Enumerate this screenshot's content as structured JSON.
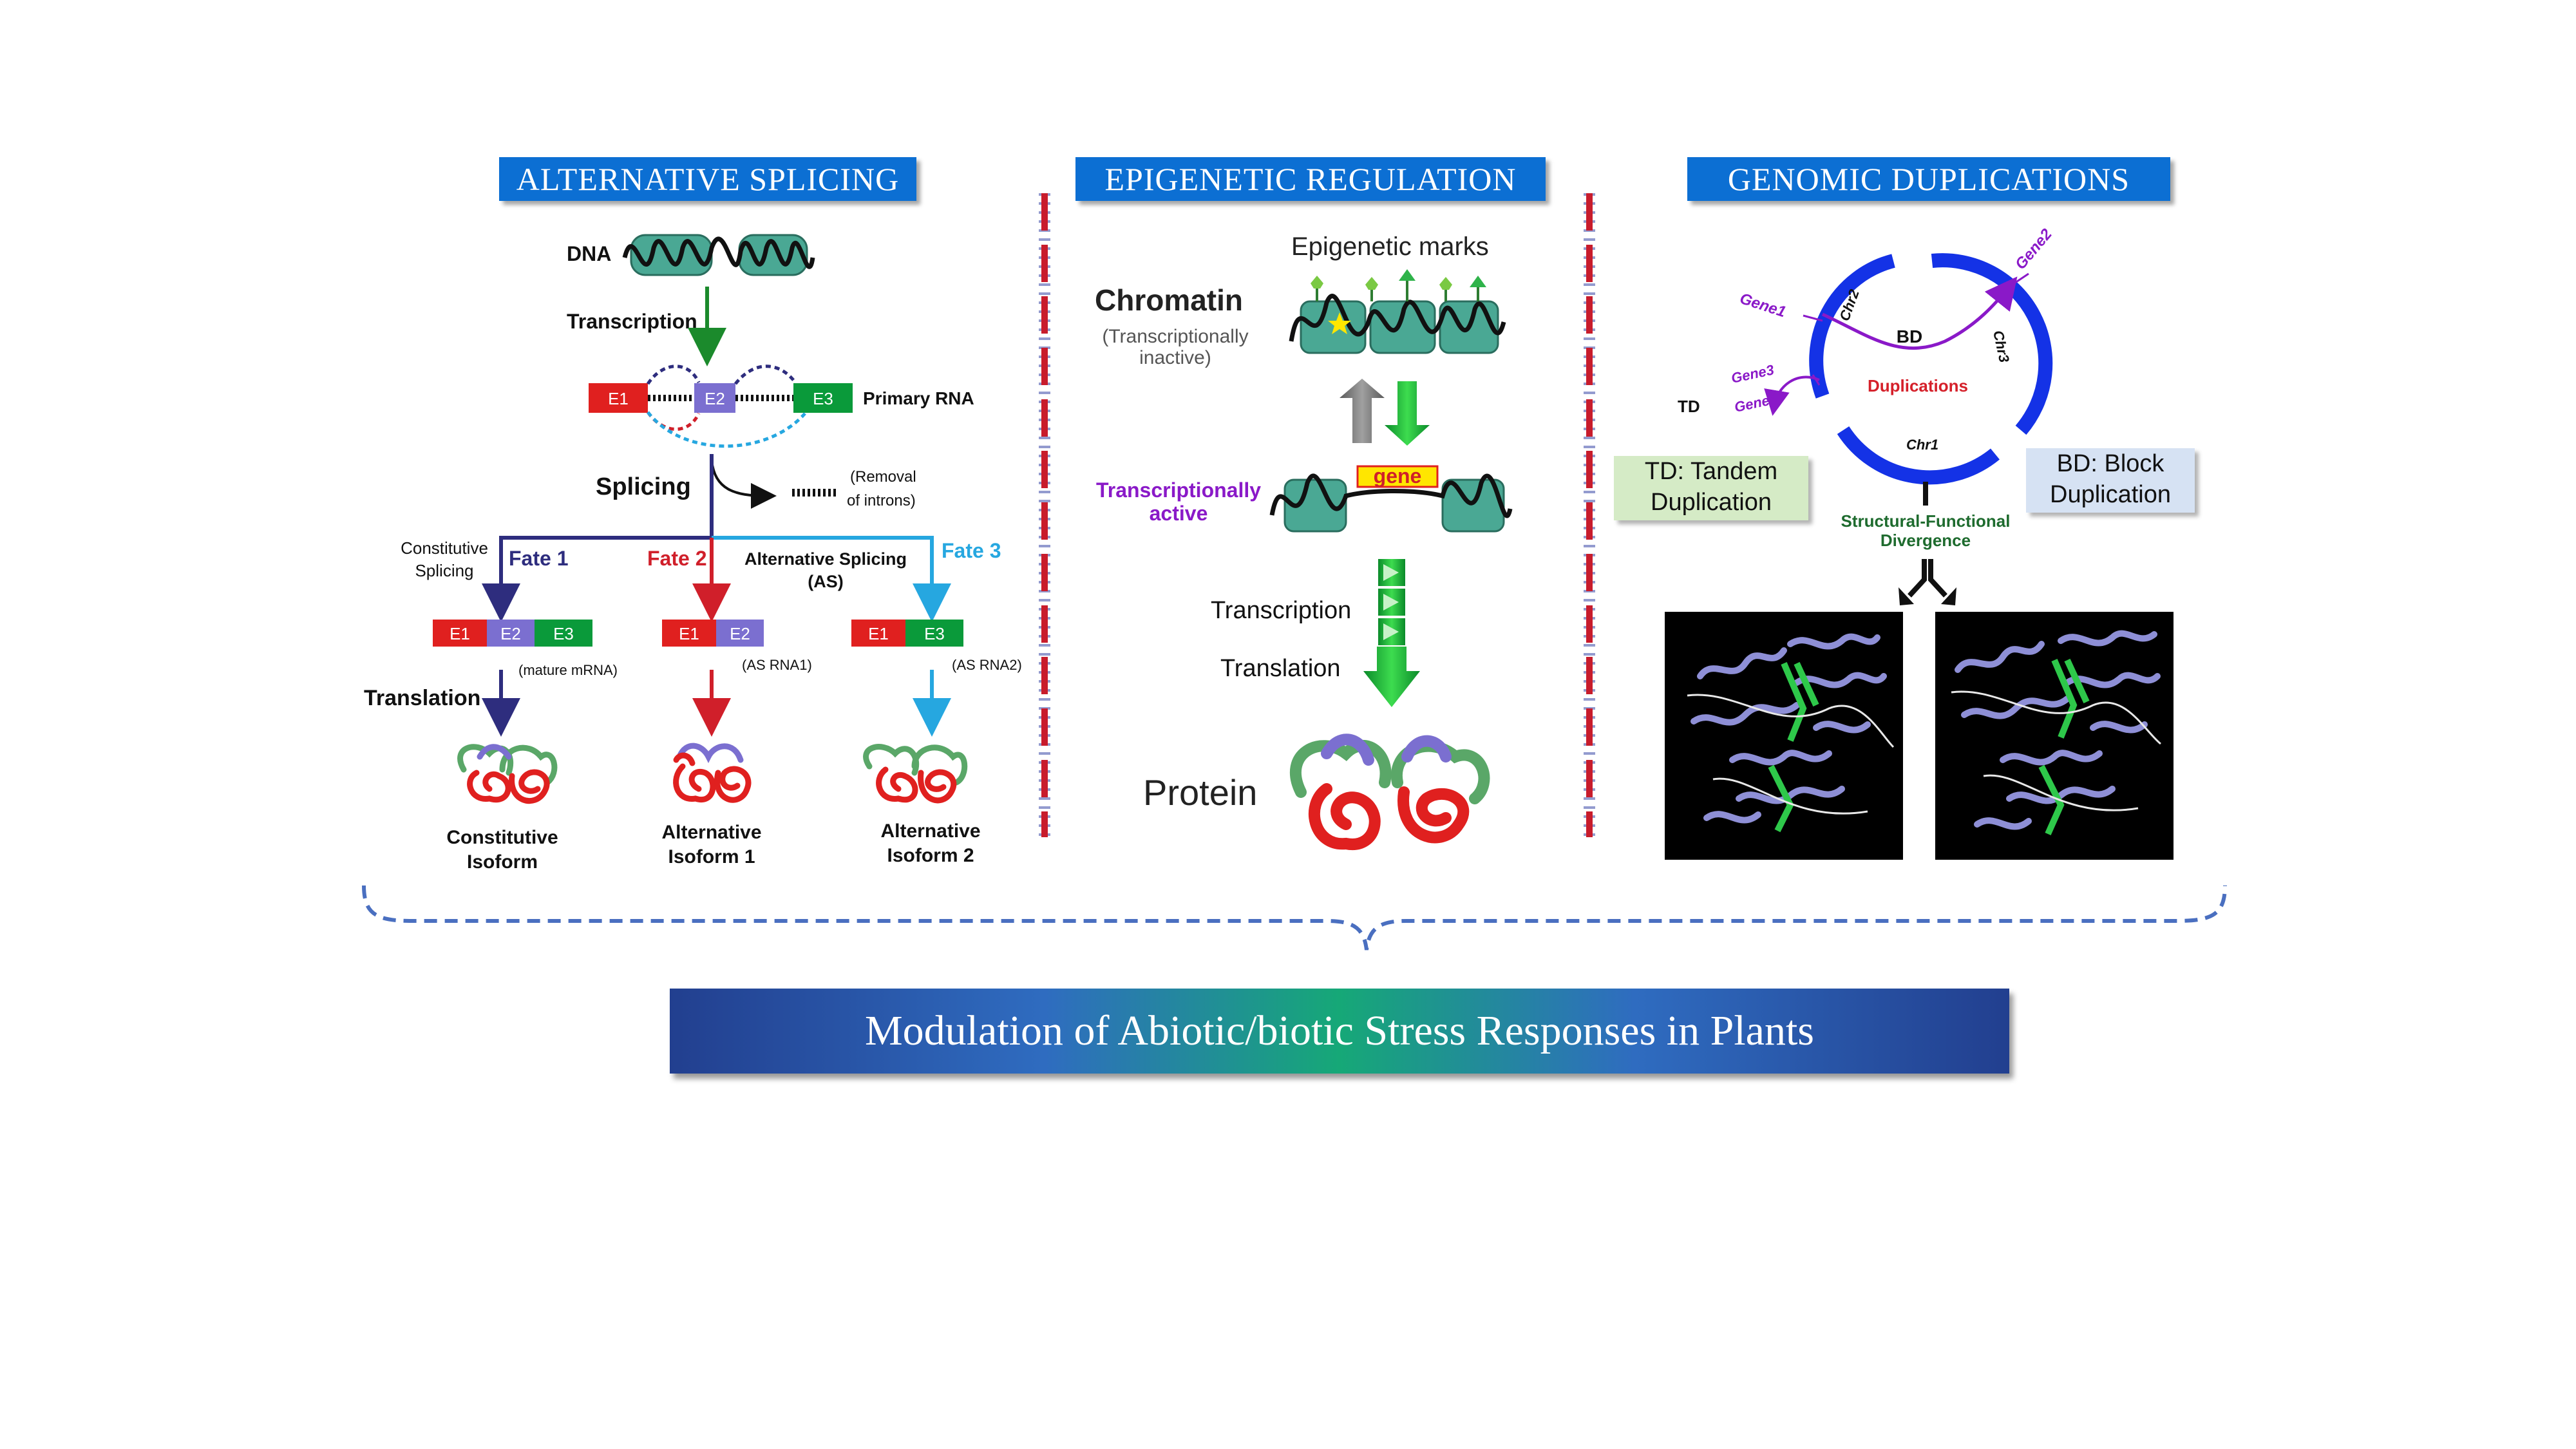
{
  "headers": {
    "alternative_splicing": "ALTERNATIVE SPLICING",
    "epigenetic_regulation": "EPIGENETIC REGULATION",
    "genomic_duplications": "GENOMIC DUPLICATIONS"
  },
  "splicing": {
    "dna": "DNA",
    "transcription": "Transcription",
    "primary_rna": "Primary RNA",
    "exons": [
      "E1",
      "E2",
      "E3"
    ],
    "splicing": "Splicing",
    "removal_line1": "(Removal",
    "removal_line2": "of introns)",
    "constitutive_line1": "Constitutive",
    "constitutive_line2": "Splicing",
    "fate1": "Fate 1",
    "fate2": "Fate 2",
    "fate3": "Fate 3",
    "as_line1": "Alternative Splicing",
    "as_line2": "(AS)",
    "mature_mrna": "(mature mRNA)",
    "as_rna1": "(AS RNA1)",
    "as_rna2": "(AS RNA2)",
    "translation": "Translation",
    "iso1_line1": "Constitutive",
    "iso1_line2": "Isoform",
    "iso2_line1": "Alternative",
    "iso2_line2": "Isoform 1",
    "iso3_line1": "Alternative",
    "iso3_line2": "Isoform 2"
  },
  "epigenetic": {
    "epigenetic_marks": "Epigenetic marks",
    "chromatin": "Chromatin",
    "inactive_line1": "(Transcriptionally",
    "inactive_line2": "inactive)",
    "active_line1": "Transcriptionally",
    "active_line2": "active",
    "gene": "gene",
    "transcription": "Transcription",
    "translation": "Translation",
    "protein": "Protein"
  },
  "duplications": {
    "gene1": "Gene1",
    "gene2": "Gene2",
    "gene3": "Gene3",
    "gene4": "Gene4",
    "chr1": "Chr1",
    "chr2": "Chr2",
    "chr3": "Chr3",
    "bd": "BD",
    "td": "TD",
    "duplications": "Duplications",
    "td_box_line1": "TD: Tandem",
    "td_box_line2": "Duplication",
    "bd_box_line1": "BD: Block",
    "bd_box_line2": "Duplication",
    "divergence_line1": "Structural-Functional",
    "divergence_line2": "Divergence"
  },
  "banner": "Modulation of Abiotic/biotic Stress Responses in Plants",
  "colors": {
    "header_blue": "#0c6fd3",
    "exon_red": "#e0201f",
    "exon_purple": "#7b6fd0",
    "exon_green": "#0a9a3a",
    "chromatin_teal": "#4aa894",
    "fate1_navy": "#2e2d7e",
    "fate3_cyan": "#26a7e0",
    "purple_text": "#8a19c8",
    "divider_red": "#c81c2c",
    "dup_red": "#d5202a",
    "divergence_green": "#1e6b2e",
    "td_box": "#d5ebc6",
    "bd_box": "#d6e2f3"
  }
}
